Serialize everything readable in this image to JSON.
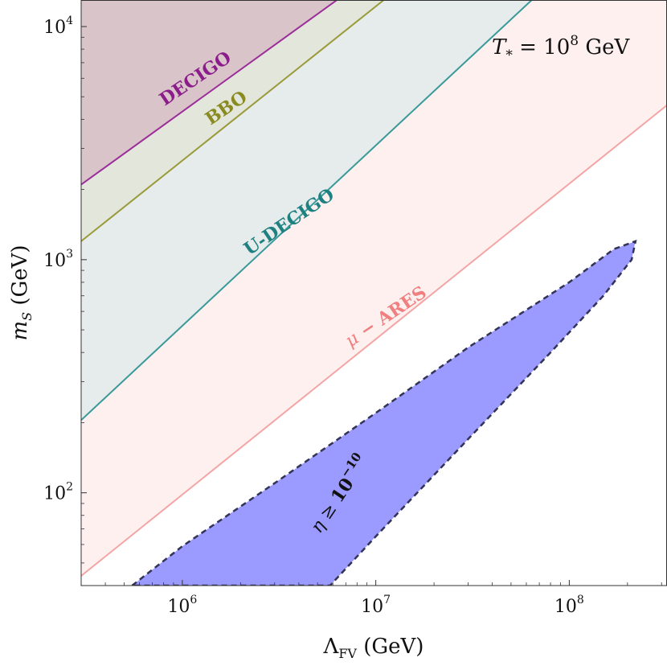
{
  "chart_data": {
    "type": "area",
    "xscale": "log",
    "yscale": "log",
    "xlim": [
      300000,
      320000000
    ],
    "ylim": [
      40,
      13000
    ],
    "xlabel": "Λ_FV (GeV)",
    "ylabel": "m_S (GeV)",
    "x_ticks": [
      {
        "value": 1000000,
        "base": "10",
        "exp": "6"
      },
      {
        "value": 10000000,
        "base": "10",
        "exp": "7"
      },
      {
        "value": 100000000,
        "base": "10",
        "exp": "8"
      }
    ],
    "y_ticks": [
      {
        "value": 100,
        "base": "10",
        "exp": "2"
      },
      {
        "value": 1000,
        "base": "10",
        "exp": "3"
      },
      {
        "value": 10000,
        "base": "10",
        "exp": "4"
      }
    ],
    "annotation": "T_* = 10^8 GeV",
    "series": [
      {
        "name": "DECIGO",
        "color": "#9b2d9b",
        "fill": "#d9c4c9",
        "boundary": [
          [
            300000,
            2100
          ],
          [
            6300000,
            13000
          ]
        ]
      },
      {
        "name": "BBO",
        "color": "#9a9a3a",
        "fill": "#e3e6da",
        "boundary": [
          [
            300000,
            1200
          ],
          [
            11000000,
            13000
          ]
        ]
      },
      {
        "name": "U-DECIGO",
        "color": "#3a9a9a",
        "fill": "#e6ebec",
        "boundary": [
          [
            300000,
            205
          ],
          [
            64000000,
            13000
          ]
        ]
      },
      {
        "name": "μ − ARES",
        "color": "#f4a5a5",
        "fill": "#fdf0ef",
        "boundary": [
          [
            300000,
            44
          ],
          [
            320000000,
            4600
          ]
        ]
      },
      {
        "name": "η ≥ 10^−10",
        "color": "#333355",
        "fill": "#9a9aff",
        "region": [
          [
            550000,
            40
          ],
          [
            1000000,
            59
          ],
          [
            3000000,
            110
          ],
          [
            10000000,
            220
          ],
          [
            30000000,
            420
          ],
          [
            100000000,
            800
          ],
          [
            170000000,
            1110
          ],
          [
            220000000,
            1200
          ],
          [
            210000000,
            1000
          ],
          [
            150000000,
            700
          ],
          [
            80000000,
            400
          ],
          [
            30000000,
            170
          ],
          [
            10000000,
            65
          ],
          [
            5800000,
            40
          ]
        ]
      }
    ]
  },
  "labels": {
    "decigo": "DECIGO",
    "bbo": "BBO",
    "udecigo": "U-DECIGO",
    "mu_prefix": "μ",
    "mu_suffix": " − ARES",
    "eta_prefix": "η ≥ ",
    "eta_base": "10",
    "eta_exp": "−10",
    "t_prefix": "T",
    "t_sub": "*",
    "t_eq": " = 10",
    "t_exp": "8",
    "t_unit": " GeV",
    "xlabel_main": "Λ",
    "xlabel_sub": "FV",
    "xlabel_unit": " (GeV)",
    "ylabel_main": "m",
    "ylabel_sub": "S",
    "ylabel_unit": " (GeV)"
  }
}
